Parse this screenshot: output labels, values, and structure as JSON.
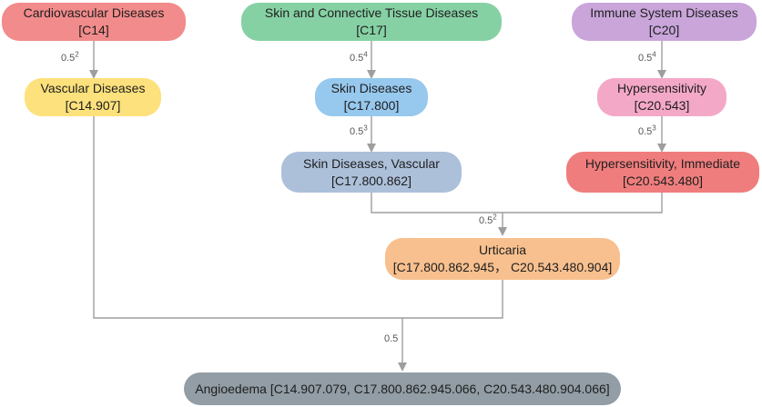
{
  "colors": {
    "red": "#f28b8b",
    "green": "#86d1a4",
    "purple": "#c9a5da",
    "yellow": "#fde17c",
    "blue": "#97c8ee",
    "pink": "#f4a8c7",
    "slate": "#acc0da",
    "salmon": "#f07d7d",
    "orange": "#f8c08f",
    "gray": "#929da5",
    "edge": "#9e9e9e"
  },
  "nodes": {
    "cardiovascular": {
      "title": "Cardiovascular Diseases",
      "code": "[C14]"
    },
    "skin_connective": {
      "title": "Skin and Connective Tissue Diseases",
      "code": "[C17]"
    },
    "immune": {
      "title": "Immune System Diseases",
      "code": "[C20]"
    },
    "vascular": {
      "title": "Vascular Diseases",
      "code": "[C14.907]"
    },
    "skin": {
      "title": "Skin Diseases",
      "code": "[C17.800]"
    },
    "hypersensitivity": {
      "title": "Hypersensitivity",
      "code": "[C20.543]"
    },
    "skin_vascular": {
      "title": "Skin Diseases, Vascular",
      "code": "[C17.800.862]"
    },
    "hyper_immediate": {
      "title": "Hypersensitivity, Immediate",
      "code": "[C20.543.480]"
    },
    "urticaria": {
      "title": "Urticaria",
      "code": "[C17.800.862.945， C20.543.480.904]"
    },
    "angioedema": {
      "title": "Angioedema [C14.907.079, C17.800.862.945.066, C20.543.480.904.066]"
    }
  },
  "weights": {
    "w_cardio_vascular": {
      "base": "0.5",
      "exp": "2"
    },
    "w_connective_skin": {
      "base": "0.5",
      "exp": "4"
    },
    "w_immune_hyper": {
      "base": "0.5",
      "exp": "4"
    },
    "w_skin_skinvasc": {
      "base": "0.5",
      "exp": "3"
    },
    "w_hyper_immediate": {
      "base": "0.5",
      "exp": "3"
    },
    "w_to_urticaria": {
      "base": "0.5",
      "exp": "2"
    },
    "w_to_angioedema": {
      "base": "0.5",
      "exp": ""
    }
  }
}
